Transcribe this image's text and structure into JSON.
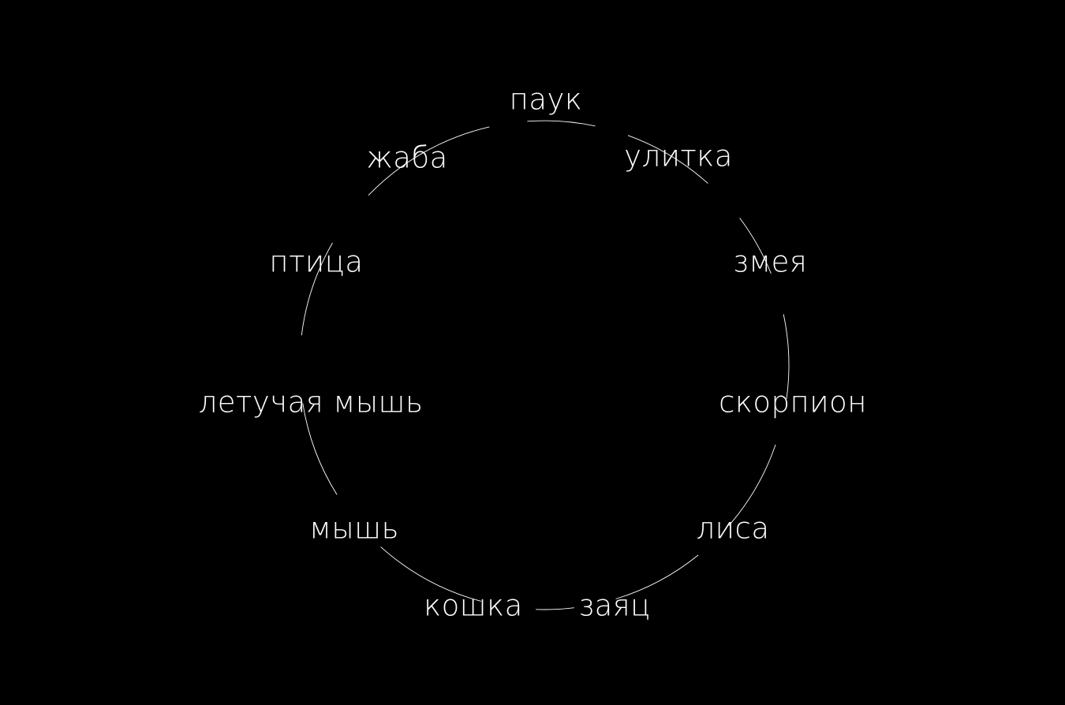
{
  "colors": {
    "background": "#000000",
    "text": "#ffffff",
    "line": "#ffffff"
  },
  "nodes": [
    {
      "id": "spider",
      "label": "паук"
    },
    {
      "id": "snail",
      "label": "улитка"
    },
    {
      "id": "snake",
      "label": "змея"
    },
    {
      "id": "scorpion",
      "label": "скорпион"
    },
    {
      "id": "fox",
      "label": "лиса"
    },
    {
      "id": "hare",
      "label": "заяц"
    },
    {
      "id": "cat",
      "label": "кошка"
    },
    {
      "id": "mouse",
      "label": "мышь"
    },
    {
      "id": "bat",
      "label": "летучая мышь"
    },
    {
      "id": "bird",
      "label": "птица"
    },
    {
      "id": "toad",
      "label": "жаба"
    }
  ]
}
